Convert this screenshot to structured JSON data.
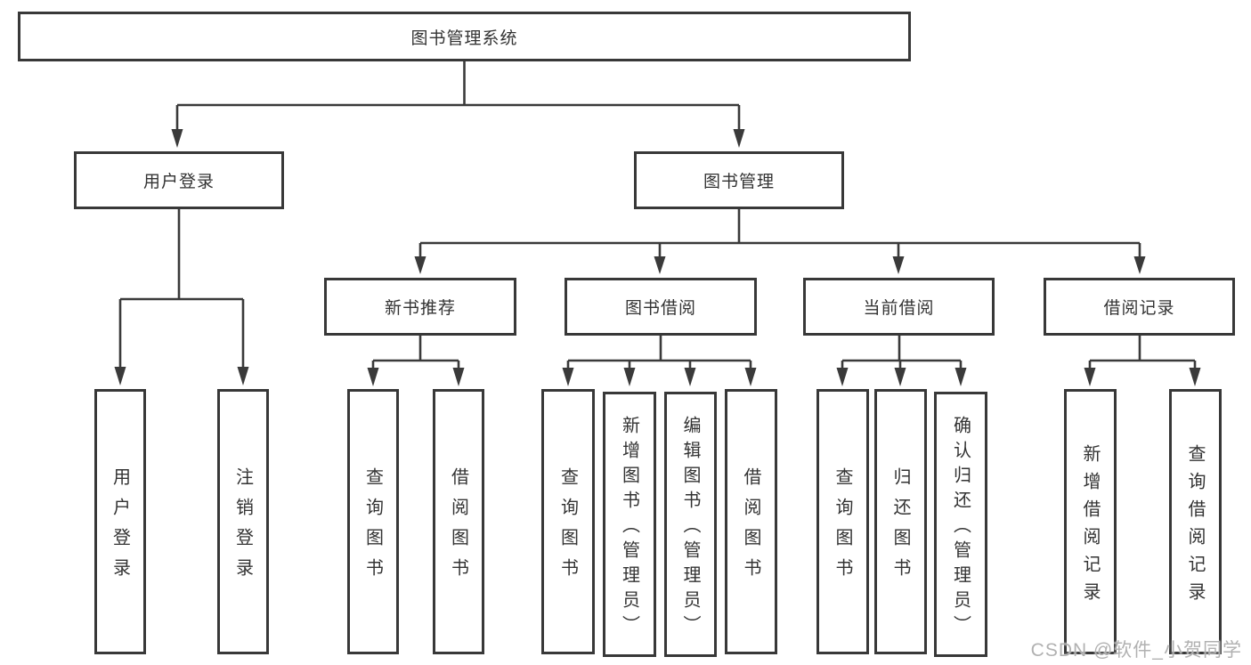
{
  "diagram": {
    "title": "图书管理系统",
    "branches": [
      {
        "label": "用户登录",
        "children": [
          "用户登录",
          "注销登录"
        ]
      },
      {
        "label": "图书管理",
        "children": [
          {
            "label": "新书推荐",
            "children": [
              "查询图书",
              "借阅图书"
            ]
          },
          {
            "label": "图书借阅",
            "children": [
              "查询图书",
              "新增图书（管理员）",
              "编辑图书（管理员）",
              "借阅图书"
            ]
          },
          {
            "label": "当前借阅",
            "children": [
              "查询图书",
              "归还图书",
              "确认归还（管理员）"
            ]
          },
          {
            "label": "借阅记录",
            "children": [
              "新增借阅记录",
              "查询借阅记录"
            ]
          }
        ]
      }
    ]
  },
  "watermark": {
    "text": "CSDN @软件_小贺同学"
  },
  "colors": {
    "line": "#3a3a3a",
    "border": "#383838",
    "text": "#333333",
    "watermark": "#adadad",
    "background": "#ffffff"
  }
}
